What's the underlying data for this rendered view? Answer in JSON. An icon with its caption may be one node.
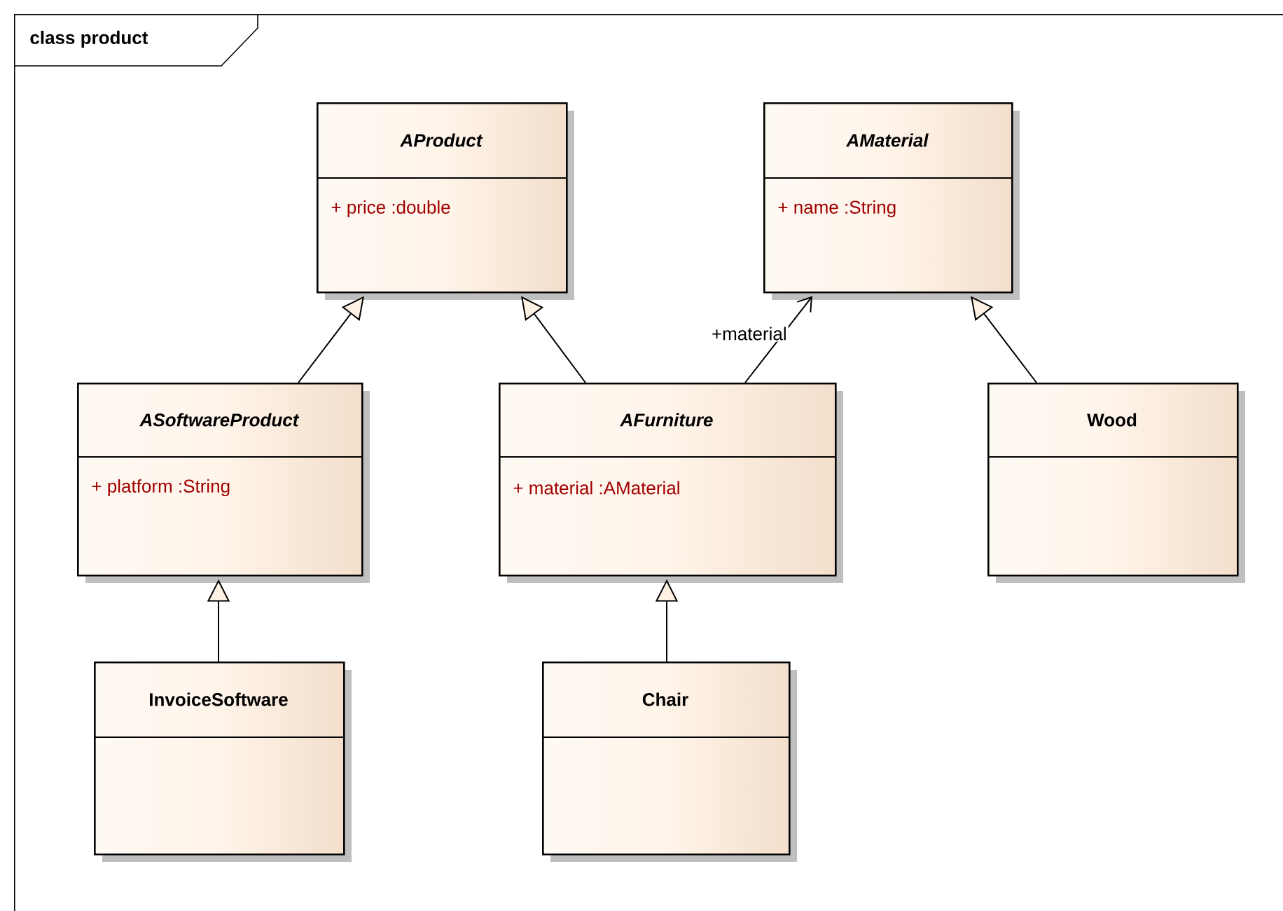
{
  "diagram": {
    "nodes": [
      {
        "text": [
          "class product"
        ]
      },
      {
        "text": [
          "AProduct",
          "+ price :double"
        ],
        "in": 0
      },
      {
        "text": [
          "AMaterial",
          "+ name :String"
        ],
        "in": 0
      },
      {
        "text": [
          "ASoftwareProduct",
          "+ platform :String"
        ],
        "in": 0
      },
      {
        "text": [
          "AFurniture",
          "+ material :AMaterial"
        ],
        "in": 0
      },
      {
        "text": [
          "Wood"
        ],
        "in": 0
      },
      {
        "text": [
          "InvoiceSoftware"
        ],
        "in": 0
      },
      {
        "text": [
          "Chair"
        ],
        "in": 0
      }
    ],
    "edges": [
      {
        "from": 3,
        "to": 1,
        "arrow": "to"
      },
      {
        "from": 4,
        "to": 1,
        "arrow": "to"
      },
      {
        "from": 4,
        "to": 2,
        "arrow": "to",
        "label": "+material"
      },
      {
        "from": 5,
        "to": 2,
        "arrow": "to"
      },
      {
        "from": 6,
        "to": 3,
        "arrow": "to"
      },
      {
        "from": 7,
        "to": 4,
        "arrow": "to"
      }
    ]
  }
}
